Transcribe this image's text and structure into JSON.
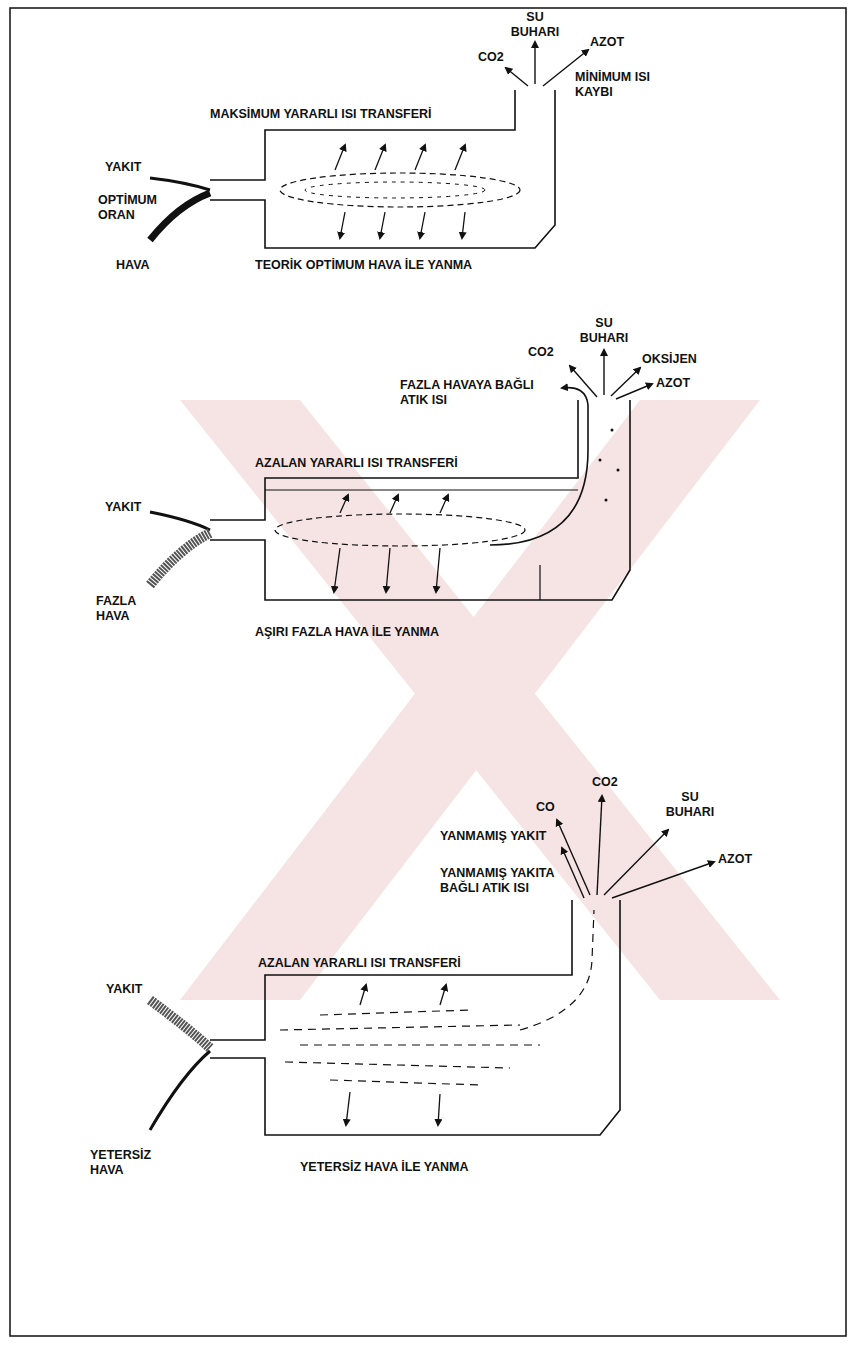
{
  "diagram": {
    "labels": [
      "SU BUHARI",
      "CO2",
      "AZOT",
      "MİNİMUM ISI KAYBI",
      "MAKSİMUM YARARLI ISI TRANSFERİ",
      "YAKIT",
      "OPTİMUM ORAN",
      "HAVA",
      "TEORİK OPTİMUM HAVA İLE YANMA",
      "SU BUHARI",
      "CO2",
      "OKSİJEN",
      "AZOT",
      "FAZLA HAVAYA BAĞLI ATIK ISI",
      "AZALAN YARARLI ISI TRANSFERİ",
      "YAKIT",
      "FAZLA HAVA",
      "AŞIRI FAZLA HAVA İLE YANMA",
      "YANMAMIŞ YAKIT",
      "YANMAMIŞ YAKITA BAĞLI ATIK ISI",
      "CO",
      "CO2",
      "SU BUHARI",
      "AZOT",
      "AZALAN YARARLI ISI TRANSFERİ",
      "YAKIT",
      "YETERSİZ HAVA",
      "YETERSİZ HAVA İLE YANMA"
    ]
  }
}
